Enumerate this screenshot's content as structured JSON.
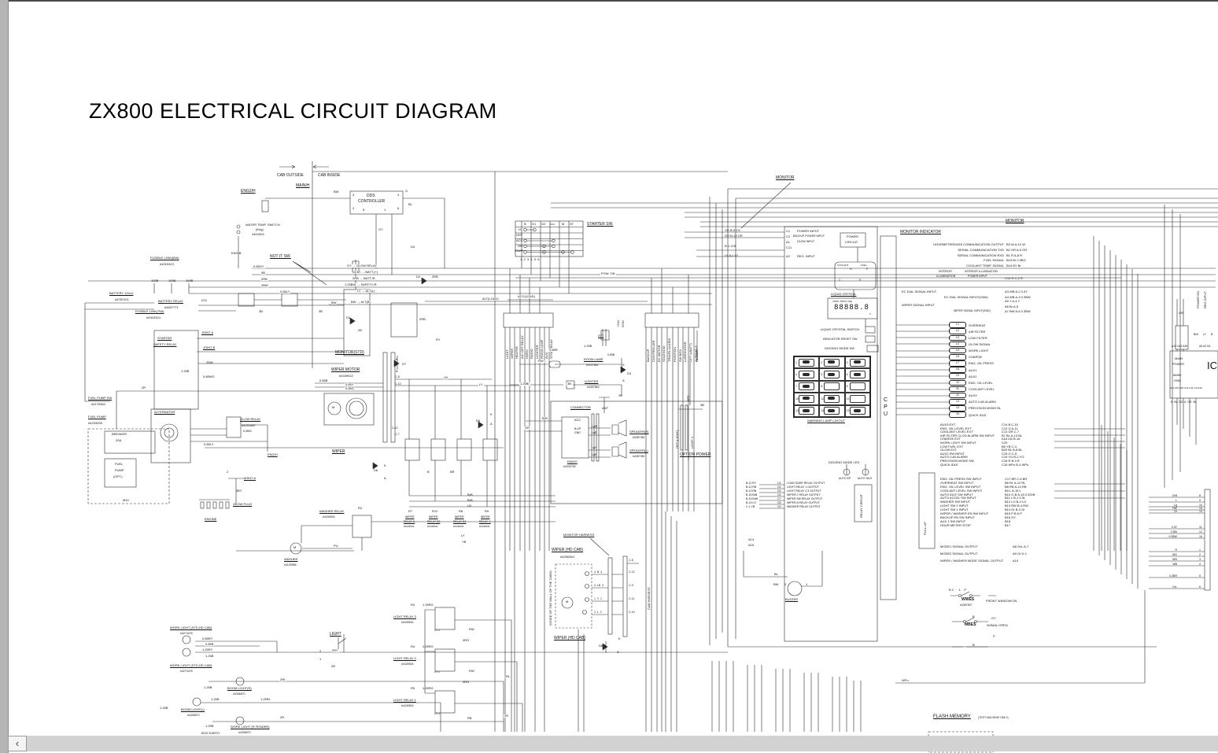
{
  "viewer": {
    "left_arrow": "‹"
  },
  "title": "ZX800 ELECTRICAL CIRCUIT DIAGRAM",
  "misc": {
    "k": "K",
    "a": "A",
    "m": "M",
    "pb": "2 5 4",
    "pt": "1 3"
  },
  "cab": {
    "outside": "CAB OUTSIDE",
    "inside": "CAB INSIDE",
    "main_h": "MAIN/H",
    "eng2_h": "ENG2/H",
    "eng_b": "ENG.B",
    "water1": "WATER TEMP. SWITCH",
    "water2": "(Eng)",
    "water3": "4404303",
    "not_it": "NOT IT SW.",
    "dds1": "DDS",
    "dds2": "CONTROLLER",
    "p3": "3",
    "p4": "4",
    "p2": "2",
    "p5": "5",
    "p1": "1",
    "p6": "6",
    "bw": "BW",
    "g": "G",
    "bl": "BL",
    "gy": "GY"
  },
  "starter_sw": {
    "label": "STARTER SW.",
    "cols": [
      "B",
      "G1",
      "G2",
      "ACC",
      "M",
      "ST"
    ],
    "rows": [
      "H",
      "OFF",
      "ACC",
      "ON",
      "START"
    ],
    "pins": "1  2  3  4  5  6"
  },
  "wire_top": {
    "pow_on": "POW. ON",
    "acc_load": "ACC(LOAD)",
    "alt_load": "ALT(LOAD)",
    "l1": "GY → GLOW RELAY",
    "l2": "3R → BATT.(+)",
    "l3": "2RB → BATT./R",
    "l4": "1.25BW → SAFETY./R",
    "l5": "LY → ALT(L)",
    "l6": "BW → ALT(B)",
    "d1": "D1",
    "d2": "D2",
    "d2w": "2RB",
    "d4": "D4",
    "w1": "0.85GY",
    "w2": "5B",
    "w3": "2RB",
    "w4": "2BW",
    "w5": "0.85LY",
    "w6": "BW",
    "w7": "3B",
    "w8": "3B",
    "w9": "2B",
    "w10": "RY",
    "w11": "2RB"
  },
  "left": {
    "fusible65_1": "FUSIBLE LINK(65A)",
    "fusible65_2": "#4315323",
    "battery_1": "BATTERY 12Vx2",
    "battery_2": "#4787421",
    "batrelay_1": "BATTERY RELAY",
    "batrelay_2": "#4637771",
    "fusible75_1": "FUSIBLE LINK(75A)",
    "fusible75_2": "#4315324",
    "b100_1": "100B",
    "b100_2": "100B",
    "b100_3": "100B",
    "starter": "STARTER",
    "safety_relay": "SAFETY RELAY",
    "joint_a": "JOINT A",
    "joint_b": "JOINT B",
    "d11": "D11",
    "w_2bw": "2BW",
    "w_125b": "1.25B",
    "w_085wg": "0.85WG",
    "w_2r": "2R",
    "fuel_sw_1": "FUEL PUMP SW",
    "fuel_sw_2": "#4176360",
    "fuel_pump_1": "FUEL PUMP",
    "fuel_pump_2": "#4233095",
    "breaker_1": "BREAKER",
    "breaker_2": "20A",
    "fp_opt_1": "FUEL",
    "fp_opt_2": "PUMP",
    "fp_opt_3": "(OPT.)",
    "m10": "M10",
    "alternator": "ALTERNATOR",
    "glow_relay_1": "GLOW RELAY",
    "glow_relay_2": "#4251587",
    "glow_relay_3": "0.85G",
    "w_085ly": "0.85LY",
    "eng_h": "ENG/H",
    "joint_a2": "JOINT A",
    "w_3by": "3BY",
    "glow_plug": "GLOW PLUG",
    "engine": "ENGINE",
    "p2": "2"
  },
  "wiper": {
    "monitor_std": "MONITOR(STD)",
    "motor_1": "WIPER MOTOR",
    "motor_2": "#4439922",
    "w1": "0.85B",
    "w2": "0.85Y",
    "w3": "0.85G",
    "label": "WIPER",
    "d7": "D7",
    "d6": "D6",
    "d5": "D5",
    "lb": "LB",
    "ly": "LY",
    "c8": "C-8",
    "c10": "C-10",
    "c12": "C-12",
    "c7": "C-7",
    "b": "B",
    "br": "BR",
    "brb1": "BrB",
    "brb2": "BrB",
    "lb2": "LB",
    "ly2": "LY",
    "yb": "YB",
    "r7": "R7",
    "r12": "R12",
    "r8": "R8",
    "r9": "R9",
    "wr": "WIPER",
    "r7_2": "RELAY A",
    "r12_2": "RELAY B2",
    "r8_2": "RELAY B1",
    "r9_2": "RELAY C",
    "pn": "#4439534",
    "washer_relay_1": "WASHER RELAY",
    "washer_relay_2": "#4439534",
    "r2": "R2",
    "washer_1": "WASHER",
    "washer_2": "#4125985",
    "pu": "PU"
  },
  "fuses": {
    "left": [
      "LIGHT",
      "WIPER",
      "HEATER",
      "A/C OFF RELAY",
      "HORN",
      "RADIO",
      "LIGHTER",
      "ROOM LAMP",
      "AUX.",
      "STOR RELAY"
    ],
    "right": [
      "BACKUP",
      "CONTROLLER",
      "EC MOTOR",
      "SOLENOID",
      "TRAVEL ALARM",
      "POSITION",
      "SW BOX",
      "LUBRICATOR",
      "OPT.1(BATT)",
      "AUTO IDLE"
    ]
  },
  "acc": {
    "att": "ATT",
    "v24": "+24V",
    "gnd": "GND",
    "w_125b": "1.25B",
    "w_085b": "0.85B",
    "w_085r": "0.85R",
    "rw": "RW",
    "room_1": "ROOM LAMP",
    "room_2": "#4197862",
    "d3": "D3",
    "lighter_1": "LIGHTER",
    "lighter_2": "#4357862",
    "w_125br": "1.25Br",
    "w_3b": "3B",
    "w_2b": "2B",
    "connector": "CONNECTOR",
    "ant": "ANT",
    "brr": "BrR",
    "gr": "GR",
    "acc": "ACC",
    "bup": "B.UP",
    "gnd2": "GND",
    "radio_1": "RADIO",
    "radio_2": "#4333796",
    "lgw": "LgW",
    "lgb": "LgB",
    "lgy": "LgY",
    "lgr": "LgR",
    "spk_r_1": "SPEAKER(R)",
    "spk_r_2": "#4387382",
    "spk_l_1": "SPEAKER(L)",
    "spk_l_2": "#4387382",
    "opt_light": "OPT.(LIGHT)",
    "light1": "LIGHT 1",
    "w_3b2": "3B",
    "w_2ry": "2RY",
    "w_125br2": "1.25BR",
    "option_power": "OPTION POWER"
  },
  "monitor": {
    "pointer": "MONITOR",
    "w1": "YG  B-9  YG",
    "w2": "GR  B-10  GR",
    "w3": "B  C-3  B",
    "w4": "LY  A-1  LY",
    "c1": "C1",
    "c1n": "POWER INPUT",
    "c2": "C2",
    "c2n": "BACKUP POWER INPUT",
    "a1": "A1",
    "a1n": "GLOW INPUT",
    "c11": "C11",
    "a2": "A2",
    "a2n": "REG. INPUT",
    "power_1": "POWER",
    "power_2": "CIRCUIT",
    "coolant": "COOLANT",
    "fuel": "FUEL",
    "h": "H",
    "c": "C",
    "f": "F",
    "e": "E",
    "lcd_t": "LIQUID CRYSTAL",
    "lcd_small": "TRIP1 TRIP2 USE",
    "lcd_digits": "88888.8",
    "lcd_h": "h",
    "sw1": "LIQUID CRYSTAL SWITCH",
    "sw2": "INDICATOR RESET SW",
    "sw3": "DIGGING MODE SW",
    "warn_title": "WARNING LAMP LAYOUT",
    "warn": [
      "1",
      "2",
      "3",
      "4",
      "5",
      "6",
      "7",
      "8",
      "9",
      "10",
      "11",
      "12",
      "13",
      "14",
      "15"
    ],
    "cpu": "CPU",
    "indicator_title": "MONITOR INDICATOR",
    "monitor2": "MONITOR",
    "sig": [
      {
        "n": "HOURMETER/DATA COMMUNICATION OUTPUT",
        "p": "B3  W  A-10  W"
      },
      {
        "n": "SERIAL COMMUNICATION TXD",
        "p": "B2  GR  A-9  GR"
      },
      {
        "n": "SERIAL COMMUNICATION RXD",
        "p": "B1  R  A-8  R"
      },
      {
        "n": "FUEL SIGNAL",
        "p": "B15  Br  0.3BG"
      },
      {
        "n": "COOLANT TEMP. SIGNAL",
        "p": "B16  BY  Br"
      }
    ],
    "int_1": "INTERIOR",
    "int_2": "ILLUMINATION",
    "int_3": "INTERIOR ILLUMINATION",
    "int_4": "POWER INPUT",
    "int_p": "C10  R  C-2  R",
    "ec1": "EC DIAL SIGNAL INPUT",
    "ec1p": "A3  WB  A-2  0.3Y",
    "ec2": "EC DIAL SIGNAL INPUT(GND)",
    "ec2p": "A4  WB  A-3  0.3BW",
    "wip1": "WIPER SIGNAL INPUT",
    "wip1p": "A5  Y  A-4  Y",
    "wip2p": "A6  Br  A-5",
    "wip3": "WIPER SIGNAL INPUT(GND)",
    "wip3p": "A7  BW  A-6  0.3BW",
    "lamps": [
      {
        "no": "L1",
        "n": "OVERHEAT"
      },
      {
        "no": "L2",
        "n": "AIR FILTER"
      },
      {
        "no": "L3",
        "n": "LOW FILTER"
      },
      {
        "no": "L4",
        "n": "GLOW SIGNAL"
      },
      {
        "no": "L5",
        "n": "WORK LIGHT"
      },
      {
        "no": "L6",
        "n": "CHARGE"
      },
      {
        "no": "L7",
        "n": "ENG. OIL PRESS"
      },
      {
        "no": "L8",
        "n": "AUX1"
      },
      {
        "no": "L9",
        "n": "AUX2"
      },
      {
        "no": "10",
        "n": "ENG. OIL LEVEL"
      },
      {
        "no": "11",
        "n": "COOLANT LEVEL"
      },
      {
        "no": "12",
        "n": "AUX3"
      },
      {
        "no": "13",
        "n": "AUTO LUB ALARM"
      },
      {
        "no": "14",
        "n": "PRECISION MODE BL"
      },
      {
        "no": "15",
        "n": "QUICK IDLE"
      }
    ],
    "swa": [
      {
        "n": "AUX3 EXT",
        "p": "C14  B  C-15"
      },
      {
        "n": "ENG. OIL LEVEL EXT",
        "p": "C12  G  A-11"
      },
      {
        "n": "COOLANT LEVEL EXT",
        "p": "C13  GR  C-7"
      },
      {
        "n": "AIR FILTER CLOG ALARM SW INPUT",
        "p": "B7  BL  A-13  BL"
      },
      {
        "n": "CHARGE EXT",
        "p": "A16  LW  B-16"
      },
      {
        "n": "WORK LIGHT SW INPUT",
        "p": "C20"
      },
      {
        "n": "LOW FUEL EXT",
        "p": "B6  YB  C-4"
      },
      {
        "n": "GLOW EXT",
        "p": "B20  BL  B-8  BL"
      },
      {
        "n": "AUX2 SW INPUT",
        "p": "C15  G  C-5"
      },
      {
        "n": "AUTO LUB ALARM",
        "p": "C19  YG  B-2  YG"
      },
      {
        "n": "PRECISION MODE SW.",
        "p": "C18  R  B-3  R"
      },
      {
        "n": "QUICK IDLE",
        "p": "C16  WPu  B-4  WPu"
      }
    ],
    "swb": [
      {
        "n": "ENG. OIL PRESS SW INPUT",
        "p": "C17  BR  C-6  BR"
      },
      {
        "n": "OVERHEAT SW INPUT",
        "p": "B6  RL  A-12  RL"
      },
      {
        "n": "ENG. OIL LEVEL SW INPUT",
        "p": "B8  RB  A-14  RB"
      },
      {
        "n": "COOLANT LEVEL SW INPUT",
        "p": "B9  L  A-15  L"
      },
      {
        "n": "AUTO IDLE SW INPUT",
        "p": "B10  G-B  A-16  0.3GrB"
      },
      {
        "n": "AUTO ACCEL SW INPUT",
        "p": "B11  L  B-1  0.3L"
      },
      {
        "n": "WASHER SW INPUT",
        "p": "B12  LG  B-2  LG"
      },
      {
        "n": "LIGHT SW 2 INPUT",
        "p": "B13  RW  B-4  RW"
      },
      {
        "n": "LIGHT SW 1 INPUT",
        "p": "B14  Gr  B-3  Gr"
      },
      {
        "n": "WIPER / WASHER EN SW INPUT",
        "p": "B15  P  B-5  P"
      },
      {
        "n": "BACKUP EN SW INPUT",
        "p": "B16  GY"
      },
      {
        "n": "AUX 1 SW INPUT",
        "p": "B18"
      },
      {
        "n": "HOUR METER STOP",
        "p": "B17"
      }
    ],
    "modes": [
      {
        "n": "MODE1 SIGNAL OUTPUT",
        "p": "A8  GvL  A-7"
      },
      {
        "n": "MODE2 SIGNAL OUTPUT",
        "p": "A9  Or  D-1"
      },
      {
        "n": "WIPER / WASHER MODE SIGNAL OUTPUT",
        "p": "A10"
      }
    ],
    "relay_out": [
      {
        "c": "B-11  RY",
        "p": "C3",
        "n": "LOAD DUMP RELAY OUTPUT"
      },
      {
        "c": "B-12  RB",
        "p": "C4",
        "n": "LIGHT RELAY 1 OUTPUT"
      },
      {
        "c": "B-13  RB",
        "p": "C5",
        "n": "LIGHT RELAY 2,3 OUTPUT"
      },
      {
        "c": "B-16  BrB",
        "p": "C6",
        "n": "WIPER C RELAY OUTPUT"
      },
      {
        "c": "B-15  BrW",
        "p": "C7",
        "n": "WIPER SM RELAY OUTPUT"
      },
      {
        "c": "B-14  LG",
        "p": "C8",
        "n": "WIPER A RELAY OUTPUT"
      },
      {
        "c": "C-1  YB",
        "p": "C9",
        "n": "WASHER RELAY OUTPUT"
      }
    ],
    "relay_circuit": "RELAY CIRCUIT",
    "pull_up": "PULL-UP",
    "auto_ep": "AUTO EP",
    "auto_idle": "AUTO IDLE",
    "digging_led": "DIGGING MODE LED",
    "a14": "A14",
    "a15": "A15",
    "buzzer": "BUZZER",
    "bl": "BL",
    "bw": "BW",
    "bz2": "2",
    "bz1": "1",
    "wwes_1": "WWES",
    "wwes_2": "#4387837",
    "wwes_3": "FRONT WINDOW:ON",
    "wwes_pins": "B 2      1    P",
    "mbes_1": "MBES",
    "mbes_2": "NOMAL:OPEN",
    "gy": "GY",
    "p": "P",
    "b": "B"
  },
  "right": {
    "power_on": "POWER ON",
    "reg_input": "REG.INPUT",
    "gr": "GR",
    "brb": "BrB",
    "ly": "LY",
    "b": "B",
    "pins_top1": "A12 A13 A26",
    "pins_top2": "A5 A2 B1",
    "main_power_1": "MAIN",
    "main_power_2": "POWER",
    "ic": "IC",
    "main_gnd_1": "MAIN",
    "main_gnd_2": "GND",
    "pins_bot": "A11 A24 A25 C12 C11 C3 D10",
    "codes_bot": "B  BL  BG  A  GR  Br",
    "stack": [
      {
        "c": "OrB",
        "p": "8"
      },
      {
        "c": "L",
        "p": "9"
      },
      {
        "c": "Lg",
        "p": "10"
      },
      {
        "c": "RW",
        "p": "14"
      },
      {
        "c": "Gr",
        "p": "13"
      },
      {
        "c": "0.3Y",
        "p": "11"
      },
      {
        "c": "0.3Br",
        "p": "12"
      },
      {
        "c": "0.3BW",
        "p": "16"
      },
      {
        "c": "R",
        "p": "1"
      },
      {
        "c": "WG",
        "p": "2"
      },
      {
        "c": "WR",
        "p": "3"
      },
      {
        "c": "WB",
        "p": "4"
      },
      {
        "c": "0.3BR",
        "p": "5"
      },
      {
        "c": "OrL",
        "p": "6"
      }
    ]
  },
  "bottom": {
    "wl1_1": "WORK LIGHT (STD,HD CAB)",
    "wl1_2": "#4274478",
    "wl2_1": "WORK LIGHT (STD,HD CAB)",
    "wl2_2": "#4274478",
    "w1": "0.85RY",
    "w2": "0.85B",
    "w3": "1.25RY",
    "w4": "1.25B",
    "light": "LIGHT",
    "p2": "2",
    "p1": "1",
    "w_2ry": "2RY",
    "w_2b": "2B",
    "boom_r_1": "BOOM LIGHT(R)",
    "boom_r_2": "#4336570",
    "boom_l_1": "BOOM LIGHT(L)",
    "boom_l_2": "#4336570",
    "w5": "1.25B",
    "w6": "2RL",
    "w7": "1.25B",
    "w8": "1.25RL",
    "w9": "1.25B",
    "wl3_1": "WORK LIGHT (R FENDER)",
    "wl3_2": "#4336570",
    "w10": "1.25B",
    "w11": "2R",
    "box_earth": "BOX EARTH",
    "r3": "R3",
    "r3w": "1.25RG",
    "lr3_1": "LIGHT RELAY 3",
    "lr3_2": "#4439534",
    "r4": "R4",
    "r4w": "1.25RG",
    "lr2_1": "LIGHT RELAY 2",
    "lr2_2": "#4439534",
    "r5": "R5",
    "r5w": "1.25RG",
    "lr1_1": "LIGHT RELAY 1",
    "lr1_2": "#4439534",
    "rw1": "RW",
    "rg1": "3RG",
    "rw2": "RW",
    "rg2": "3RG",
    "rb": "RB",
    "w_2rl": "2RL",
    "w_2r2": "2R"
  },
  "cab2": {
    "harness": "MONITOR HARNESS",
    "wiper_hd_1": "WIPER (HD CAB)",
    "wiper_hd_pn": "#4256364",
    "inside": "INSIDE OF THE WALL OF THE CABIN",
    "cab_harness": "CAB HARNESS",
    "wiper_hd_2": "WIPER (HD CAB)",
    "d6": "D6",
    "r1": "4  B  4",
    "r1c": "C-12",
    "r2": "3  LB  3",
    "r2c": "C-9",
    "r3": "1  Y  1",
    "r3c": "C-11",
    "r4": "2  L  2",
    "r4c": "C-10",
    "c8": "C-8"
  },
  "flash": {
    "t1": "FLASH MEMORY",
    "t2": "(TEST MACHINE ONLY)",
    "wpu": "WPu"
  }
}
